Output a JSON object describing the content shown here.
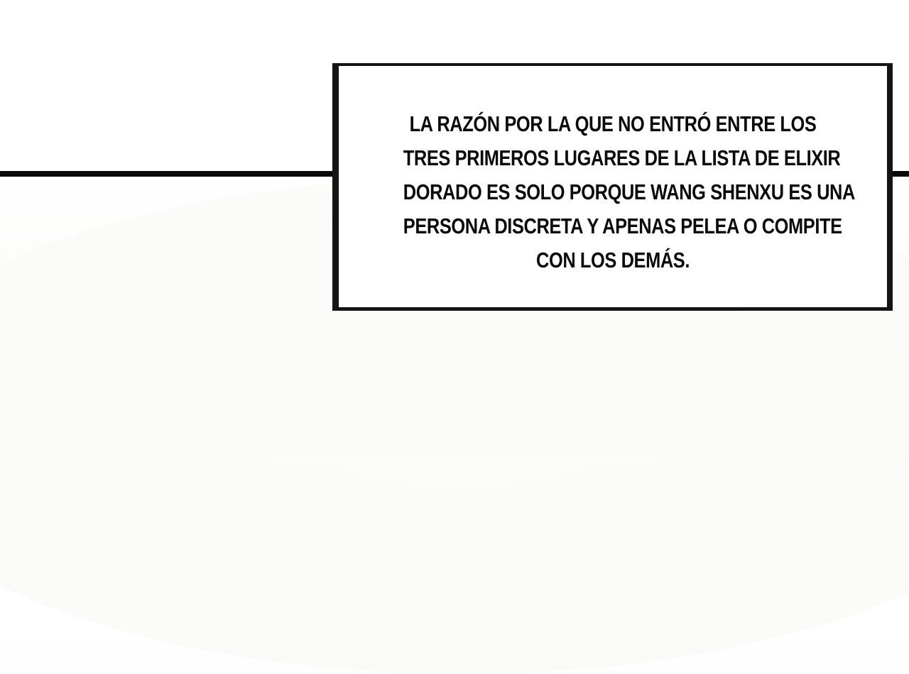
{
  "panel": {
    "type": "comic-caption",
    "background_color": "#ffffff",
    "border_color": "#141414",
    "line_color": "#0a0a0a"
  },
  "caption": {
    "lines": [
      "LA RAZÓN POR LA QUE NO ENTRÓ ENTRE LOS",
      "TRES PRIMEROS LUGARES DE LA LISTA DE ELIXIR",
      "DORADO ES SOLO PORQUE WANG SHENXU ES UNA",
      "PERSONA DISCRETA Y APENAS PELEA O COMPITE",
      "CON LOS DEMÁS."
    ]
  }
}
